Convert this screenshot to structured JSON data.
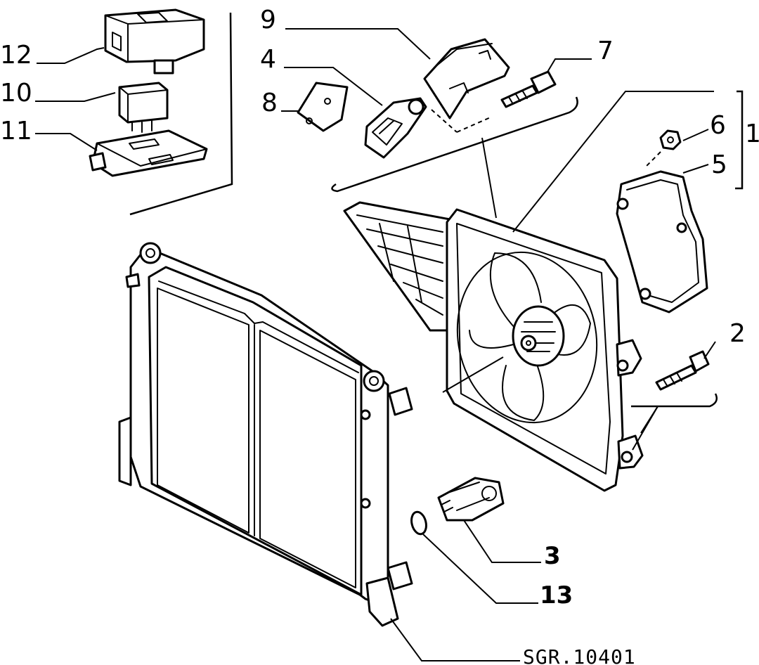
{
  "callouts": {
    "c1": "1",
    "c2": "2",
    "c3": "3",
    "c4": "4",
    "c5": "5",
    "c6": "6",
    "c7": "7",
    "c8": "8",
    "c9": "9",
    "c10": "10",
    "c11": "11",
    "c12": "12",
    "c13": "13"
  },
  "reference_code": "SGR.10401"
}
